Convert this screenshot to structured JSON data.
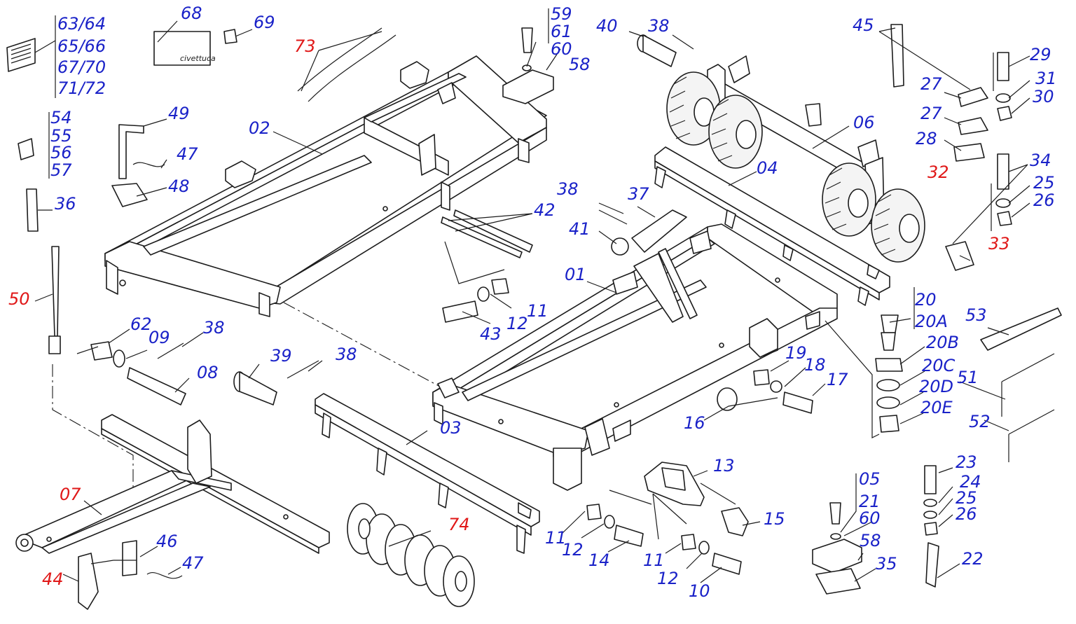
{
  "diagram": {
    "labels": [
      {
        "id": "l-6364",
        "text": "63/64",
        "color": "blue"
      },
      {
        "id": "l-6566",
        "text": "65/66",
        "color": "blue"
      },
      {
        "id": "l-6770",
        "text": "67/70",
        "color": "blue"
      },
      {
        "id": "l-7172",
        "text": "71/72",
        "color": "blue"
      },
      {
        "id": "l-68",
        "text": "68",
        "color": "blue"
      },
      {
        "id": "l-69",
        "text": "69",
        "color": "blue"
      },
      {
        "id": "l-73",
        "text": "73",
        "color": "red"
      },
      {
        "id": "l-59",
        "text": "59",
        "color": "blue"
      },
      {
        "id": "l-61",
        "text": "61",
        "color": "blue"
      },
      {
        "id": "l-60a",
        "text": "60",
        "color": "blue"
      },
      {
        "id": "l-58a",
        "text": "58",
        "color": "blue"
      },
      {
        "id": "l-40",
        "text": "40",
        "color": "blue"
      },
      {
        "id": "l-38a",
        "text": "38",
        "color": "blue"
      },
      {
        "id": "l-45",
        "text": "45",
        "color": "blue"
      },
      {
        "id": "l-29",
        "text": "29",
        "color": "blue"
      },
      {
        "id": "l-31",
        "text": "31",
        "color": "blue"
      },
      {
        "id": "l-30",
        "text": "30",
        "color": "blue"
      },
      {
        "id": "l-27a",
        "text": "27",
        "color": "blue"
      },
      {
        "id": "l-27b",
        "text": "27",
        "color": "blue"
      },
      {
        "id": "l-28",
        "text": "28",
        "color": "blue"
      },
      {
        "id": "l-06",
        "text": "06",
        "color": "blue"
      },
      {
        "id": "l-54",
        "text": "54",
        "color": "blue"
      },
      {
        "id": "l-55",
        "text": "55",
        "color": "blue"
      },
      {
        "id": "l-56",
        "text": "56",
        "color": "blue"
      },
      {
        "id": "l-57",
        "text": "57",
        "color": "blue"
      },
      {
        "id": "l-49",
        "text": "49",
        "color": "blue"
      },
      {
        "id": "l-47a",
        "text": "47",
        "color": "blue"
      },
      {
        "id": "l-48",
        "text": "48",
        "color": "blue"
      },
      {
        "id": "l-02",
        "text": "02",
        "color": "blue"
      },
      {
        "id": "l-36",
        "text": "36",
        "color": "blue"
      },
      {
        "id": "l-04",
        "text": "04",
        "color": "blue"
      },
      {
        "id": "l-34",
        "text": "34",
        "color": "blue"
      },
      {
        "id": "l-32",
        "text": "32",
        "color": "red"
      },
      {
        "id": "l-25a",
        "text": "25",
        "color": "blue"
      },
      {
        "id": "l-26a",
        "text": "26",
        "color": "blue"
      },
      {
        "id": "l-38b",
        "text": "38",
        "color": "blue"
      },
      {
        "id": "l-37",
        "text": "37",
        "color": "blue"
      },
      {
        "id": "l-42",
        "text": "42",
        "color": "blue"
      },
      {
        "id": "l-41",
        "text": "41",
        "color": "blue"
      },
      {
        "id": "l-33",
        "text": "33",
        "color": "red"
      },
      {
        "id": "l-50",
        "text": "50",
        "color": "red"
      },
      {
        "id": "l-01",
        "text": "01",
        "color": "blue"
      },
      {
        "id": "l-11a",
        "text": "11",
        "color": "blue"
      },
      {
        "id": "l-12a",
        "text": "12",
        "color": "blue"
      },
      {
        "id": "l-43",
        "text": "43",
        "color": "blue"
      },
      {
        "id": "l-20",
        "text": "20",
        "color": "blue"
      },
      {
        "id": "l-20A",
        "text": "20A",
        "color": "blue"
      },
      {
        "id": "l-53",
        "text": "53",
        "color": "blue"
      },
      {
        "id": "l-62",
        "text": "62",
        "color": "blue"
      },
      {
        "id": "l-09",
        "text": "09",
        "color": "blue"
      },
      {
        "id": "l-38c",
        "text": "38",
        "color": "blue"
      },
      {
        "id": "l-20B",
        "text": "20B",
        "color": "blue"
      },
      {
        "id": "l-08",
        "text": "08",
        "color": "blue"
      },
      {
        "id": "l-39",
        "text": "39",
        "color": "blue"
      },
      {
        "id": "l-38d",
        "text": "38",
        "color": "blue"
      },
      {
        "id": "l-19",
        "text": "19",
        "color": "blue"
      },
      {
        "id": "l-18",
        "text": "18",
        "color": "blue"
      },
      {
        "id": "l-17",
        "text": "17",
        "color": "blue"
      },
      {
        "id": "l-20C",
        "text": "20C",
        "color": "blue"
      },
      {
        "id": "l-51",
        "text": "51",
        "color": "blue"
      },
      {
        "id": "l-20D",
        "text": "20D",
        "color": "blue"
      },
      {
        "id": "l-16",
        "text": "16",
        "color": "blue"
      },
      {
        "id": "l-20E",
        "text": "20E",
        "color": "blue"
      },
      {
        "id": "l-52",
        "text": "52",
        "color": "blue"
      },
      {
        "id": "l-03",
        "text": "03",
        "color": "blue"
      },
      {
        "id": "l-13",
        "text": "13",
        "color": "blue"
      },
      {
        "id": "l-05",
        "text": "05",
        "color": "blue"
      },
      {
        "id": "l-23",
        "text": "23",
        "color": "blue"
      },
      {
        "id": "l-07",
        "text": "07",
        "color": "red"
      },
      {
        "id": "l-24",
        "text": "24",
        "color": "blue"
      },
      {
        "id": "l-21",
        "text": "21",
        "color": "blue"
      },
      {
        "id": "l-25b",
        "text": "25",
        "color": "blue"
      },
      {
        "id": "l-15",
        "text": "15",
        "color": "blue"
      },
      {
        "id": "l-60b",
        "text": "60",
        "color": "blue"
      },
      {
        "id": "l-26b",
        "text": "26",
        "color": "blue"
      },
      {
        "id": "l-74",
        "text": "74",
        "color": "red"
      },
      {
        "id": "l-11b",
        "text": "11",
        "color": "blue"
      },
      {
        "id": "l-58b",
        "text": "58",
        "color": "blue"
      },
      {
        "id": "l-46",
        "text": "46",
        "color": "blue"
      },
      {
        "id": "l-12b",
        "text": "12",
        "color": "blue"
      },
      {
        "id": "l-14",
        "text": "14",
        "color": "blue"
      },
      {
        "id": "l-11c",
        "text": "11",
        "color": "blue"
      },
      {
        "id": "l-22",
        "text": "22",
        "color": "blue"
      },
      {
        "id": "l-47b",
        "text": "47",
        "color": "blue"
      },
      {
        "id": "l-35",
        "text": "35",
        "color": "blue"
      },
      {
        "id": "l-44",
        "text": "44",
        "color": "red"
      },
      {
        "id": "l-12c",
        "text": "12",
        "color": "blue"
      },
      {
        "id": "l-10",
        "text": "10",
        "color": "blue"
      }
    ],
    "plate_brand": "civettuca",
    "colors": {
      "label_blue": "#1a22c8",
      "label_red": "#e01818",
      "line": "#1c1c1c",
      "background": "#ffffff"
    }
  }
}
